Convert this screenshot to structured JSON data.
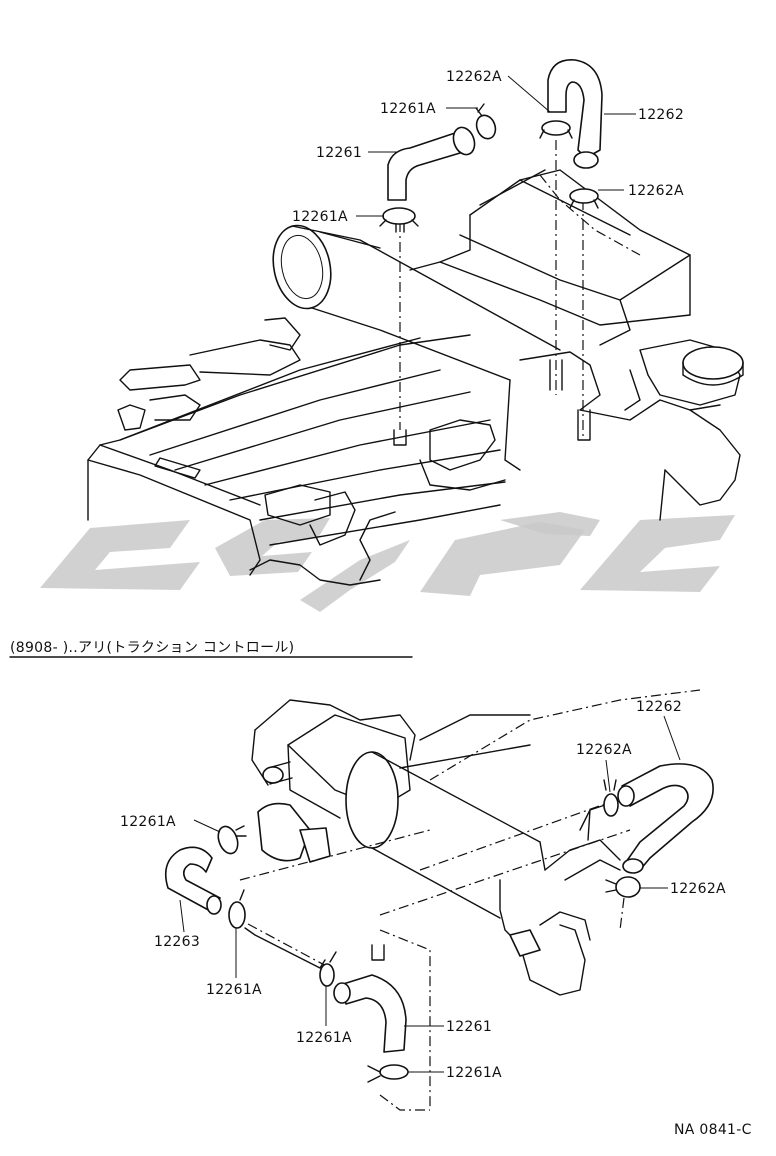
{
  "diagram": {
    "top_labels": {
      "l1": "12262A",
      "l2": "12261A",
      "l3": "12262",
      "l4": "12261",
      "l5": "12262A",
      "l6": "12261A"
    },
    "note": "(8908-        )..アリ(トラクション コントロール)",
    "bottom_labels": {
      "b1": "12262",
      "b2": "12262A",
      "b3": "12261A",
      "b4": "12262A",
      "b5": "12263",
      "b6": "12261A",
      "b7": "12261A",
      "b8": "12261",
      "b9": "12261A"
    },
    "figure_code": "NA 0841-C"
  }
}
